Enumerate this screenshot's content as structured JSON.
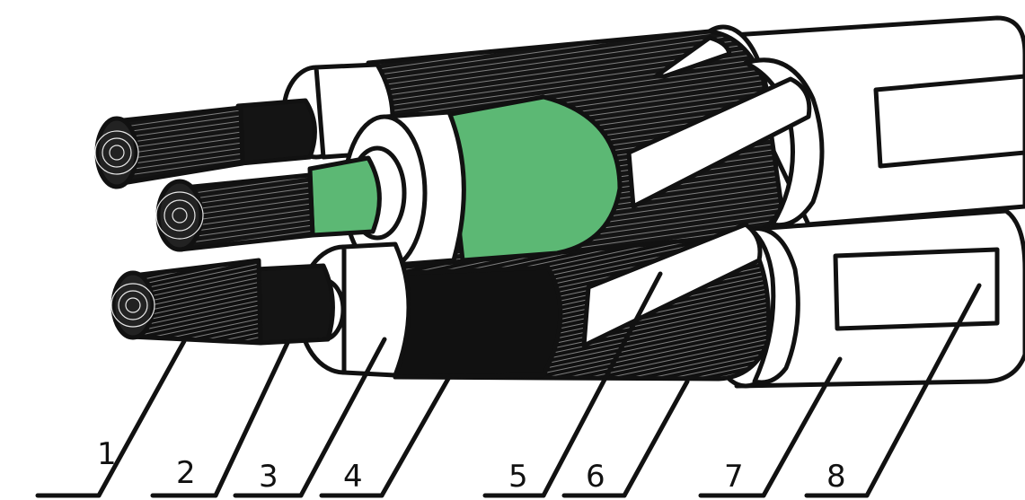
{
  "diagram": {
    "callouts": [
      {
        "number": "1"
      },
      {
        "number": "2"
      },
      {
        "number": "3"
      },
      {
        "number": "4"
      },
      {
        "number": "5"
      },
      {
        "number": "6"
      },
      {
        "number": "7"
      },
      {
        "number": "8"
      }
    ],
    "colors": {
      "outline": "#111111",
      "sheath": "#ffffff",
      "conductor_fill": "#1a1a1a",
      "green_layer": "#5cb874",
      "background": "#ffffff"
    }
  }
}
